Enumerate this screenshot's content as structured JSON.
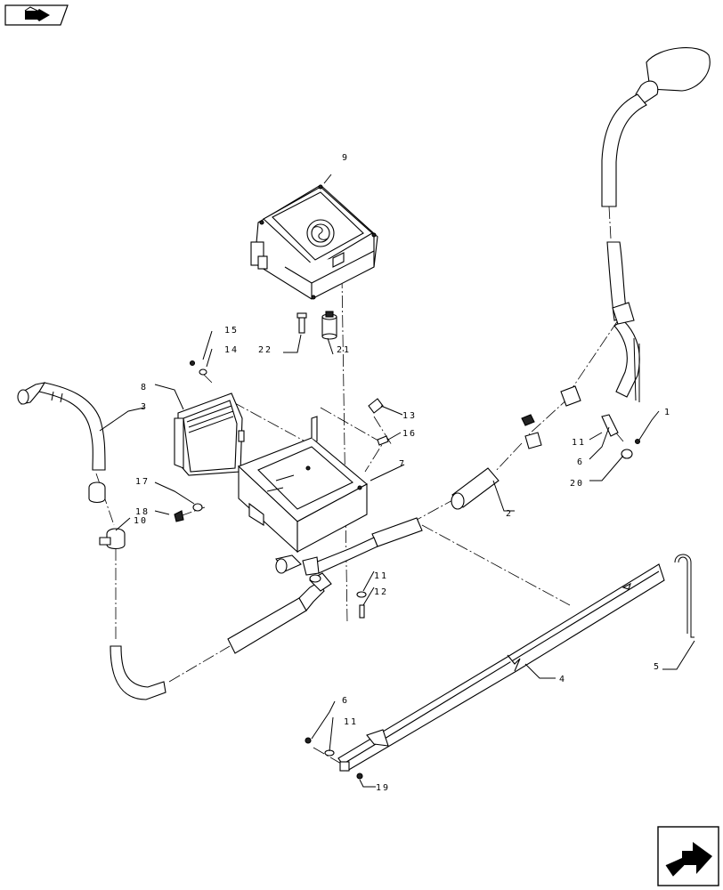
{
  "toolbar": {
    "back_icon": "book-arrow-icon",
    "next_icon": "next-page-arrow-icon"
  },
  "callouts": {
    "c1": "1",
    "c2": "2",
    "c3": "3",
    "c4": "4",
    "c5": "5",
    "c6a": "6",
    "c6b": "6",
    "c7": "7",
    "c8": "8",
    "c9": "9",
    "c10": "10",
    "c11a": "11",
    "c11b": "11",
    "c11c": "11",
    "c12": "12",
    "c13": "13",
    "c14": "14",
    "c15": "15",
    "c16": "16",
    "c17": "17",
    "c18": "18",
    "c19": "19",
    "c20": "20",
    "c21": "21",
    "c22": "22"
  },
  "colors": {
    "line": "#000000",
    "background": "#ffffff"
  }
}
